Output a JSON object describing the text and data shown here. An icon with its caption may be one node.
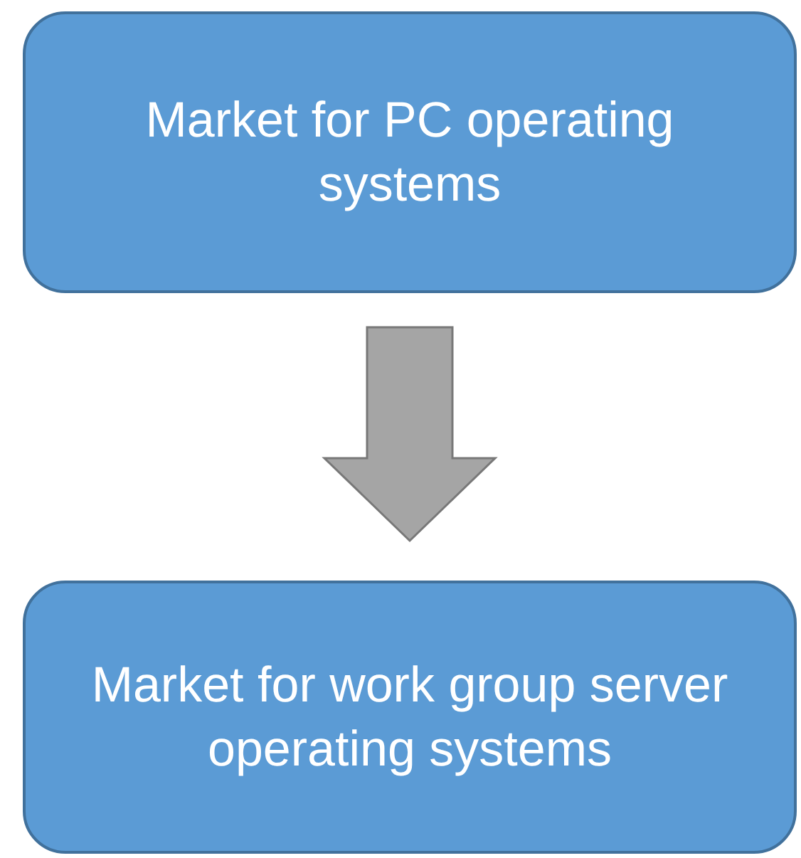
{
  "diagram": {
    "nodes": [
      {
        "text": [
          "Market for PC operating systems"
        ]
      },
      {
        "text": [
          "Market for work group server operating systems"
        ]
      }
    ],
    "edges": [
      {
        "from": 0,
        "to": 1,
        "arrow": "to",
        "style": "thick",
        "color": "#a5a5a5"
      }
    ]
  }
}
